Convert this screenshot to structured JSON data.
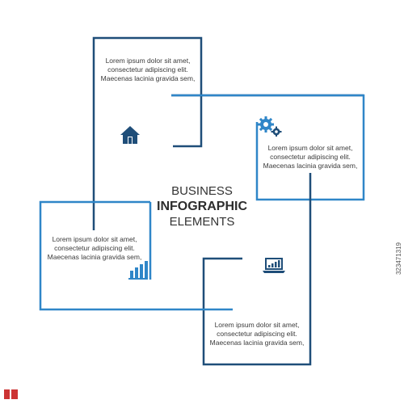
{
  "colors": {
    "dark_blue": "#1f4e79",
    "light_blue": "#2f86c8",
    "icon_dark": "#1f4e79",
    "icon_mid": "#2f86c8"
  },
  "title": {
    "line1": "BUSINESS",
    "line2": "INFOGRAPHIC",
    "line3": "ELEMENTS"
  },
  "blocks": [
    {
      "icon": "house-icon",
      "lines": [
        "Lorem ipsum dolor sit amet,",
        "consectetur adipiscing elit.",
        "Maecenas lacinia gravida sem,"
      ]
    },
    {
      "icon": "gears-icon",
      "lines": [
        "Lorem ipsum dolor sit amet,",
        "consectetur adipiscing elit.",
        "Maecenas lacinia gravida sem,"
      ]
    },
    {
      "icon": "bar-chart-icon",
      "lines": [
        "Lorem ipsum dolor sit amet,",
        "consectetur adipiscing elit.",
        "Maecenas lacinia gravida sem,"
      ]
    },
    {
      "icon": "laptop-chart-icon",
      "lines": [
        "Lorem ipsum dolor sit amet,",
        "consectetur adipiscing elit.",
        "Maecenas lacinia gravida sem,"
      ]
    }
  ],
  "watermark": {
    "id_text": "323471319"
  }
}
